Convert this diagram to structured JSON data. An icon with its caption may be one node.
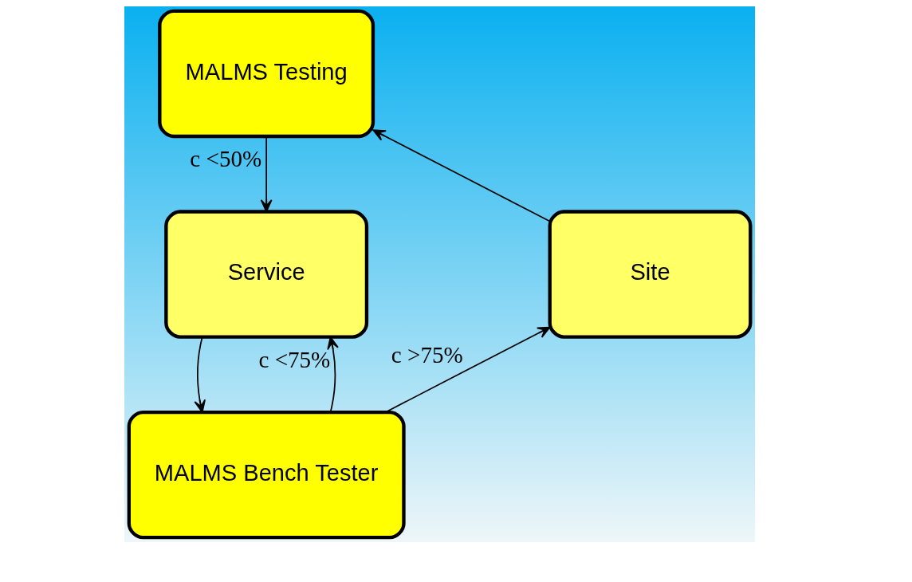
{
  "diagram": {
    "nodes": [
      {
        "text": [
          "MALMS Testing"
        ]
      },
      {
        "text": [
          "Service"
        ]
      },
      {
        "text": [
          "MALMS Bench Tester"
        ]
      },
      {
        "text": [
          "Site"
        ]
      }
    ],
    "edges": [
      {
        "from": 0,
        "to": 1,
        "arrow": "to",
        "label": "c <50%"
      },
      {
        "from": 1,
        "to": 2,
        "arrow": "to"
      },
      {
        "from": 2,
        "to": 1,
        "arrow": "to",
        "label": "c <75%"
      },
      {
        "from": 2,
        "to": 3,
        "arrow": "to",
        "label": "c >75%"
      },
      {
        "from": 3,
        "to": 0,
        "arrow": "to"
      }
    ]
  }
}
